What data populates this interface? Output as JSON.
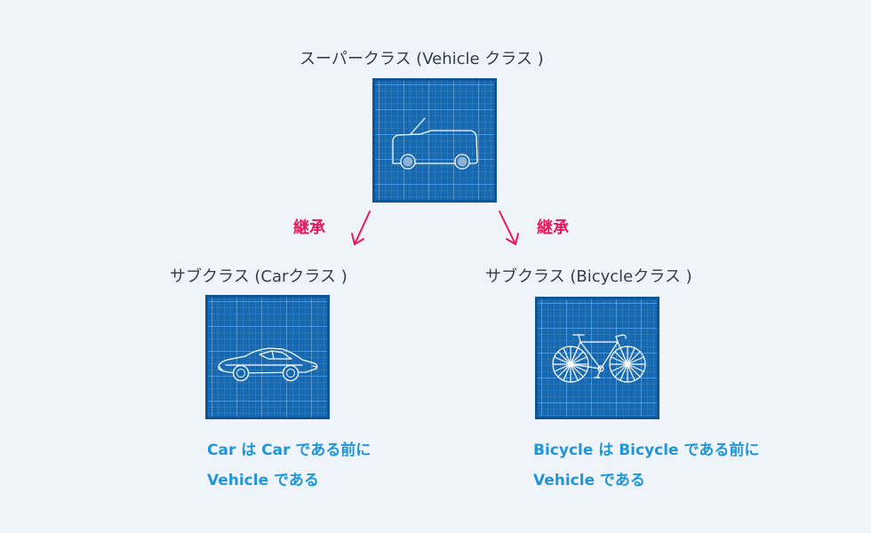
{
  "superclass": {
    "title": "スーパークラス (Vehicle クラス )",
    "icon": "vehicle-icon"
  },
  "inheritance": {
    "left_label": "継承",
    "right_label": "継承",
    "color": "#e6195c"
  },
  "subclass_car": {
    "title": "サブクラス (Carクラス )",
    "icon": "sports-car-icon",
    "description_line1": "Car は Car である前に",
    "description_line2": "Vehicle である"
  },
  "subclass_bicycle": {
    "title": "サブクラス (Bicycleクラス )",
    "icon": "bicycle-icon",
    "description_line1": "Bicycle は Bicycle である前に",
    "description_line2": "Vehicle である"
  },
  "colors": {
    "background": "#eff4fb",
    "blueprint": "#1669b0",
    "description_text": "#2196d6"
  }
}
